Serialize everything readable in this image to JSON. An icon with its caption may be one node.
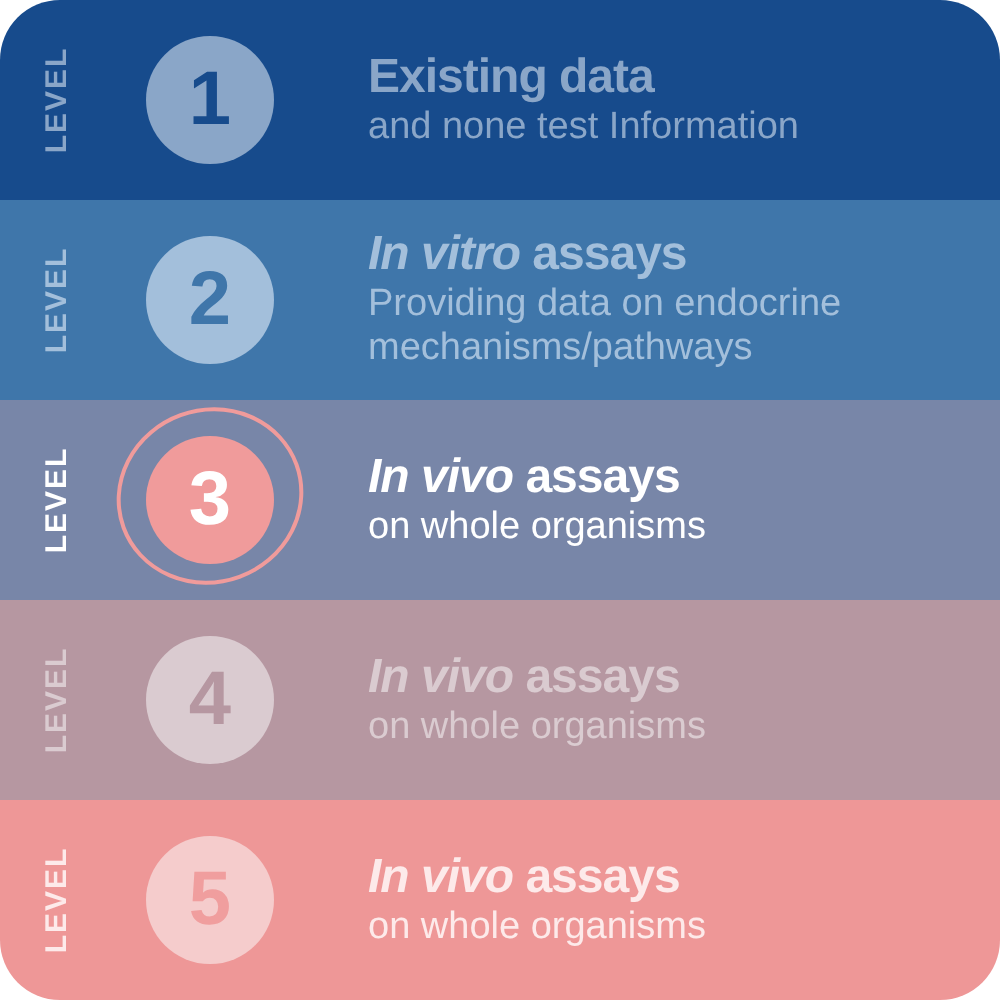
{
  "diagram": {
    "nodes": [
      {
        "text": [
          "LEVEL",
          "Existing data",
          "and none test Information"
        ]
      },
      {
        "text": [
          "1"
        ],
        "in": 0
      },
      {
        "text": [
          "LEVEL",
          "*In vitro* assays",
          "Providing data on endocrine mechanisms/pathways"
        ]
      },
      {
        "text": [
          "2"
        ],
        "in": 2
      },
      {
        "text": [
          "LEVEL",
          "*In vivo* assays",
          "on whole organisms"
        ]
      },
      {
        "text": [
          "3"
        ],
        "in": 4
      },
      {
        "text": [
          "LEVEL",
          "*In vivo* assays",
          "on whole organisms"
        ]
      },
      {
        "text": [
          "4"
        ],
        "in": 6
      },
      {
        "text": [
          "LEVEL",
          "*In vivo* assays",
          "on whole organisms"
        ]
      },
      {
        "text": [
          "5"
        ],
        "in": 8
      }
    ]
  }
}
